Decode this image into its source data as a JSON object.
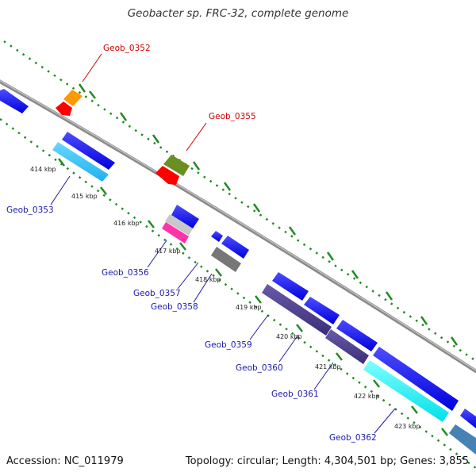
{
  "title": "Geobacter sp. FRC-32, complete genome",
  "accession_label": "Accession: NC_011979",
  "summary_label": "Topology: circular; Length: 4,304,501 bp; Genes: 3,855",
  "watermark": "",
  "colors": {
    "background": "#ffffff",
    "backbone": "#8a8a8a",
    "tick_dots": "#228B22",
    "highlight_label": "#d40000",
    "gene_label": "#1a1aa8",
    "forward_gene": "#0000ff",
    "reverse_gene": "#ff0000"
  },
  "kbp_ticks": [
    {
      "label": "414 kbp"
    },
    {
      "label": "415 kbp"
    },
    {
      "label": "416 kbp"
    },
    {
      "label": "417 kbp"
    },
    {
      "label": "418 kbp"
    },
    {
      "label": "419 kbp"
    },
    {
      "label": "420 kbp"
    },
    {
      "label": "421 kbp"
    },
    {
      "label": "422 kbp"
    },
    {
      "label": "423 kbp"
    }
  ],
  "gene_labels": [
    {
      "text": "Geob_0352",
      "highlight": true
    },
    {
      "text": "Geob_0355",
      "highlight": true
    },
    {
      "text": "Geob_0353",
      "highlight": false
    },
    {
      "text": "Geob_0356",
      "highlight": false
    },
    {
      "text": "Geob_0357",
      "highlight": false
    },
    {
      "text": "Geob_0358",
      "highlight": false
    },
    {
      "text": "Geob_0359",
      "highlight": false
    },
    {
      "text": "Geob_0360",
      "highlight": false
    },
    {
      "text": "Geob_0361",
      "highlight": false
    },
    {
      "text": "Geob_0362",
      "highlight": false
    }
  ]
}
